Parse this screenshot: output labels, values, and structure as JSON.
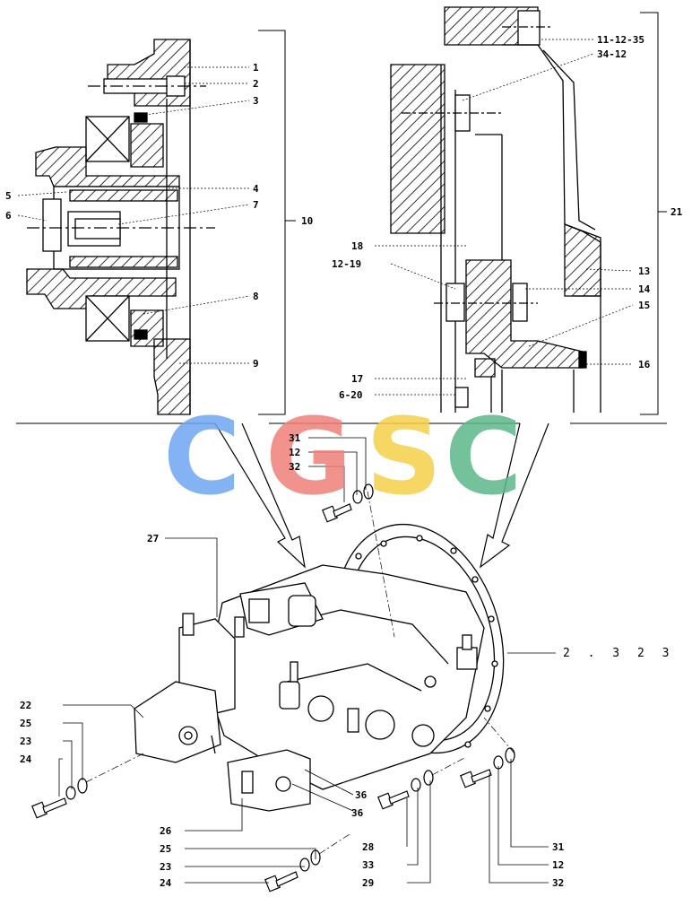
{
  "watermark": {
    "letters": [
      "C",
      "G",
      "S",
      "C"
    ],
    "colors": [
      "#6ea6f2",
      "#f07f7a",
      "#f5d14a",
      "#5bb88a"
    ]
  },
  "top_left_callouts": [
    "1",
    "2",
    "3",
    "4",
    "5",
    "6",
    "7",
    "8",
    "9"
  ],
  "top_left_group": "10",
  "top_right_callouts": [
    "11-12-35",
    "34-12",
    "18",
    "12-19",
    "13",
    "14",
    "15",
    "16",
    "17",
    "6-20"
  ],
  "top_right_group": "21",
  "assembly_callouts": {
    "c31a": "31",
    "c12a": "12",
    "c32a": "32",
    "c27": "27",
    "c22": "22",
    "c25a": "25",
    "c23a": "23",
    "c24a": "24",
    "c26": "26",
    "c25b": "25",
    "c23b": "23",
    "c24b": "24",
    "c36a": "36",
    "c36b": "36",
    "c28": "28",
    "c33": "33",
    "c29": "29",
    "c31b": "31",
    "c12b": "12",
    "c32b": "32"
  },
  "reference": "2.323",
  "reference_display": "2 . 3 2 3"
}
